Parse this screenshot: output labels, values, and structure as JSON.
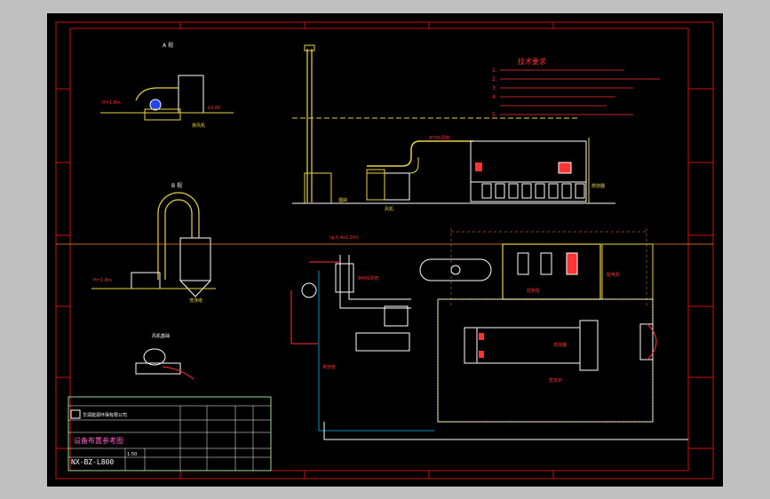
{
  "viewer": {
    "background_color": "#c0c0c0",
    "canvas_color": "#000000"
  },
  "drawing": {
    "view_a_label": "A 视",
    "view_b_label": "B 视",
    "notes_title": "技术要求",
    "notes": [
      "1.",
      "2.",
      "3.",
      "4.",
      "5."
    ],
    "title_block": {
      "company": "华润能源环保有限公司",
      "drawing_title": "设备布置参考图",
      "drawing_number": "NX-BZ-L800",
      "scale": "1:50"
    }
  },
  "colors": {
    "frame_red": "#cc1111",
    "equipment_yellow": "#e8d44a",
    "pipe_white": "#ffffff",
    "annotation_red": "#ff3333",
    "dim_orange": "#ff8c1a",
    "label_gold": "#d4c44a",
    "bus_cyan": "#00bbee",
    "title_magenta": "#ff66cc",
    "title_green": "#66dd66"
  }
}
